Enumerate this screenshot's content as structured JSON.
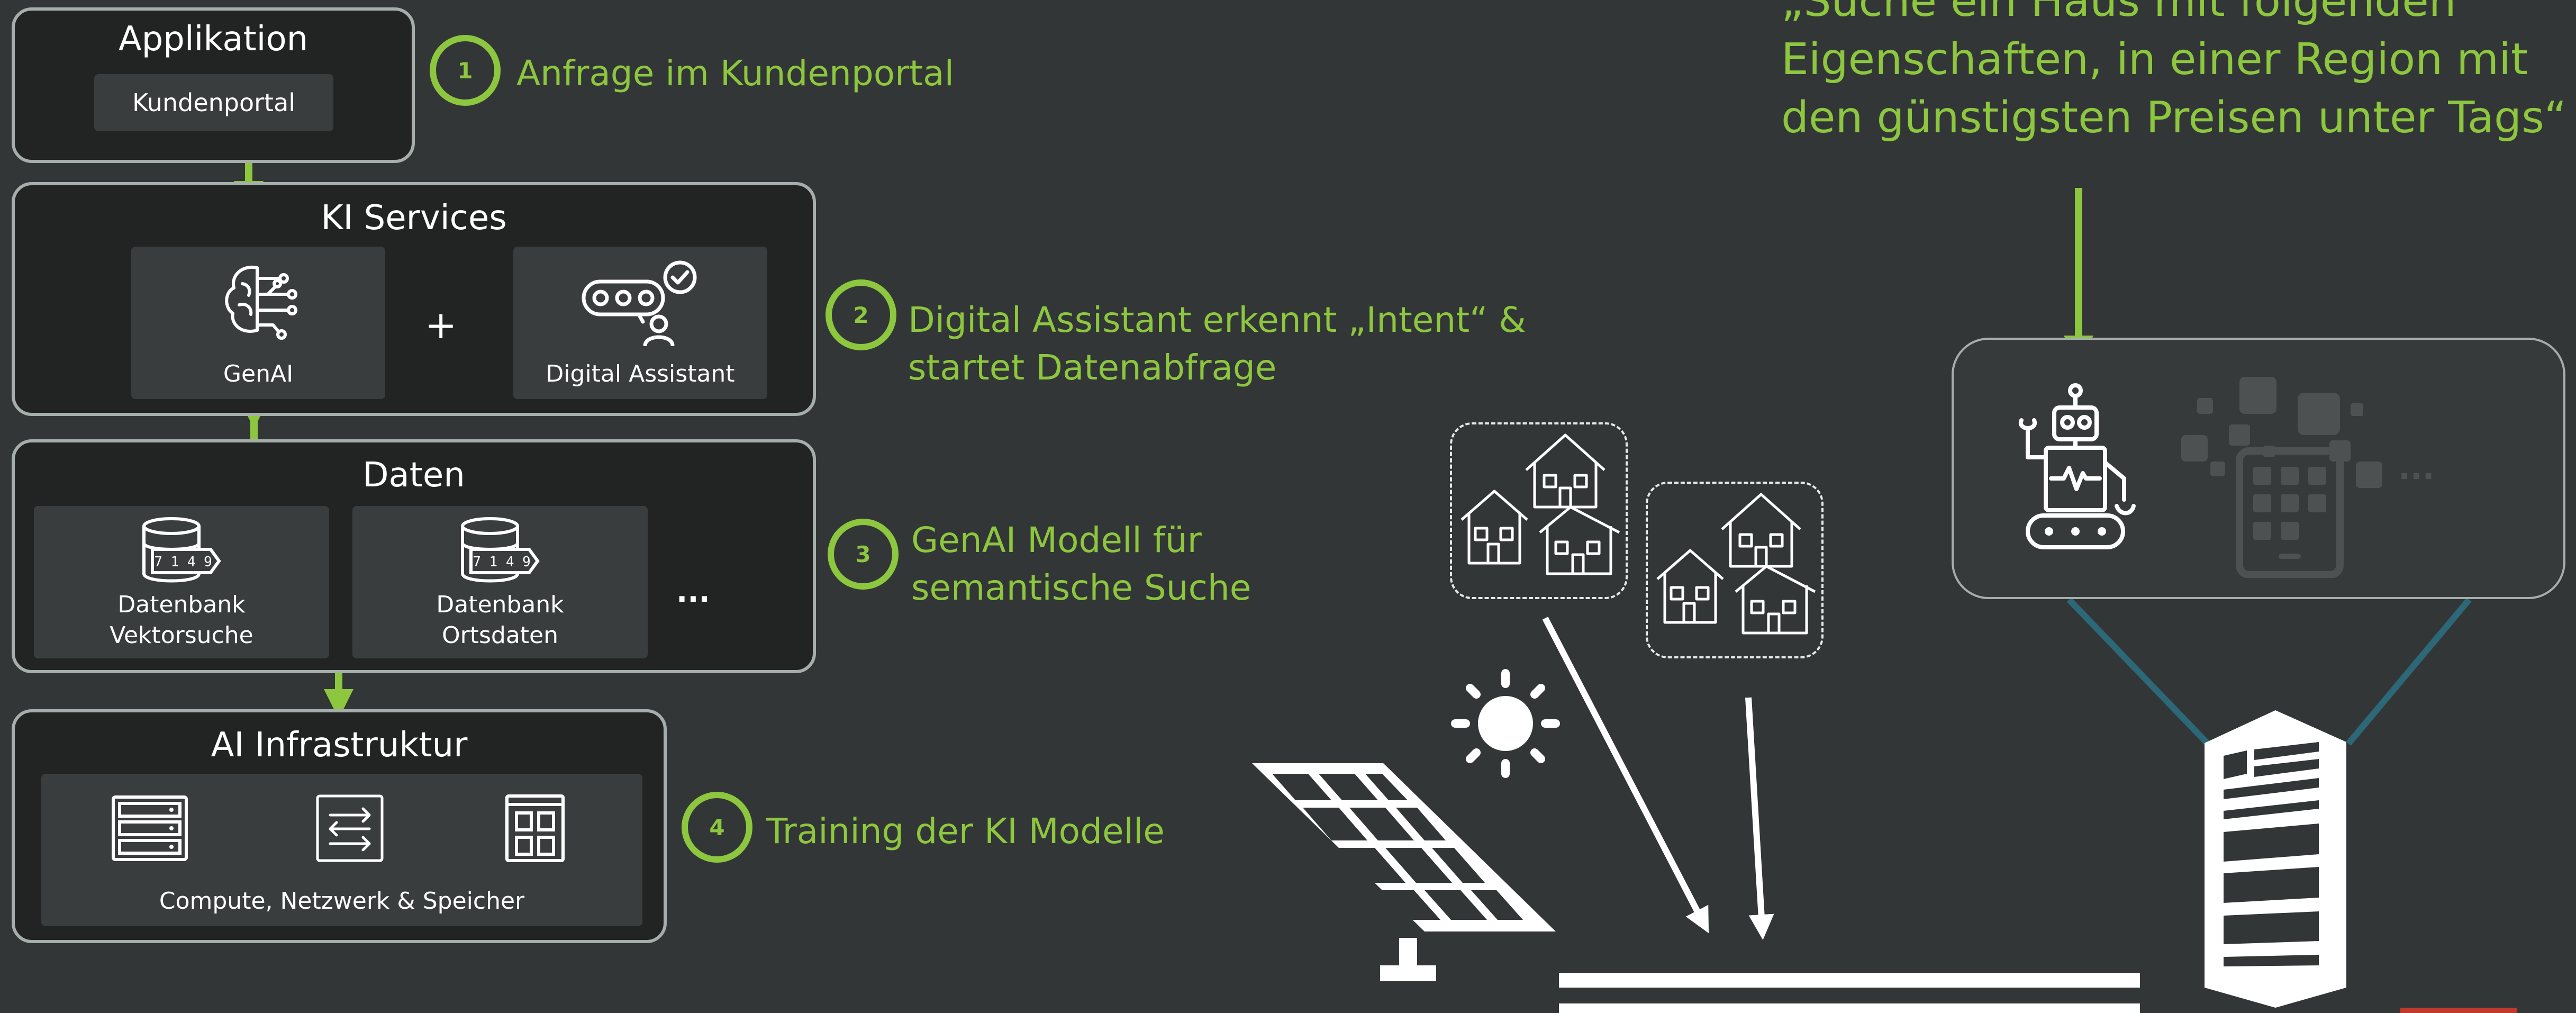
{
  "colors": {
    "background": "#333636",
    "box": "#222424",
    "tile": "#3a3d3d",
    "accent": "#8dc63f",
    "border": "#a6aeab"
  },
  "applikation": {
    "title": "Applikation",
    "portal_label": "Kundenportal"
  },
  "ki_services": {
    "title": "KI Services",
    "genai_label": "GenAI",
    "plus": "+",
    "assistant_label": "Digital Assistant"
  },
  "daten": {
    "title": "Daten",
    "db1_code": "7 1 4 9",
    "db1_line1": "Datenbank",
    "db1_line2": "Vektorsuche",
    "db2_code": "7 1 4 9",
    "db2_line1": "Datenbank",
    "db2_line2": "Ortsdaten",
    "more": "..."
  },
  "infra": {
    "title": "AI Infrastruktur",
    "caption": "Compute, Netzwerk & Speicher"
  },
  "steps": [
    {
      "num": "1",
      "text": "Anfrage im Kundenportal"
    },
    {
      "num": "2",
      "text": "Digital Assistant erkennt „Intent“ &\nstartet Datenabfrage"
    },
    {
      "num": "3",
      "text": "GenAI Modell für\nsemantische Suche"
    },
    {
      "num": "4",
      "text": "Training der KI Modelle"
    }
  ],
  "quote": "„Suche ein Haus mit folgenden\nEigenschaften, in einer Region mit\nden günstigsten Preisen unter Tags“",
  "assistant_panel": {
    "more": "..."
  }
}
